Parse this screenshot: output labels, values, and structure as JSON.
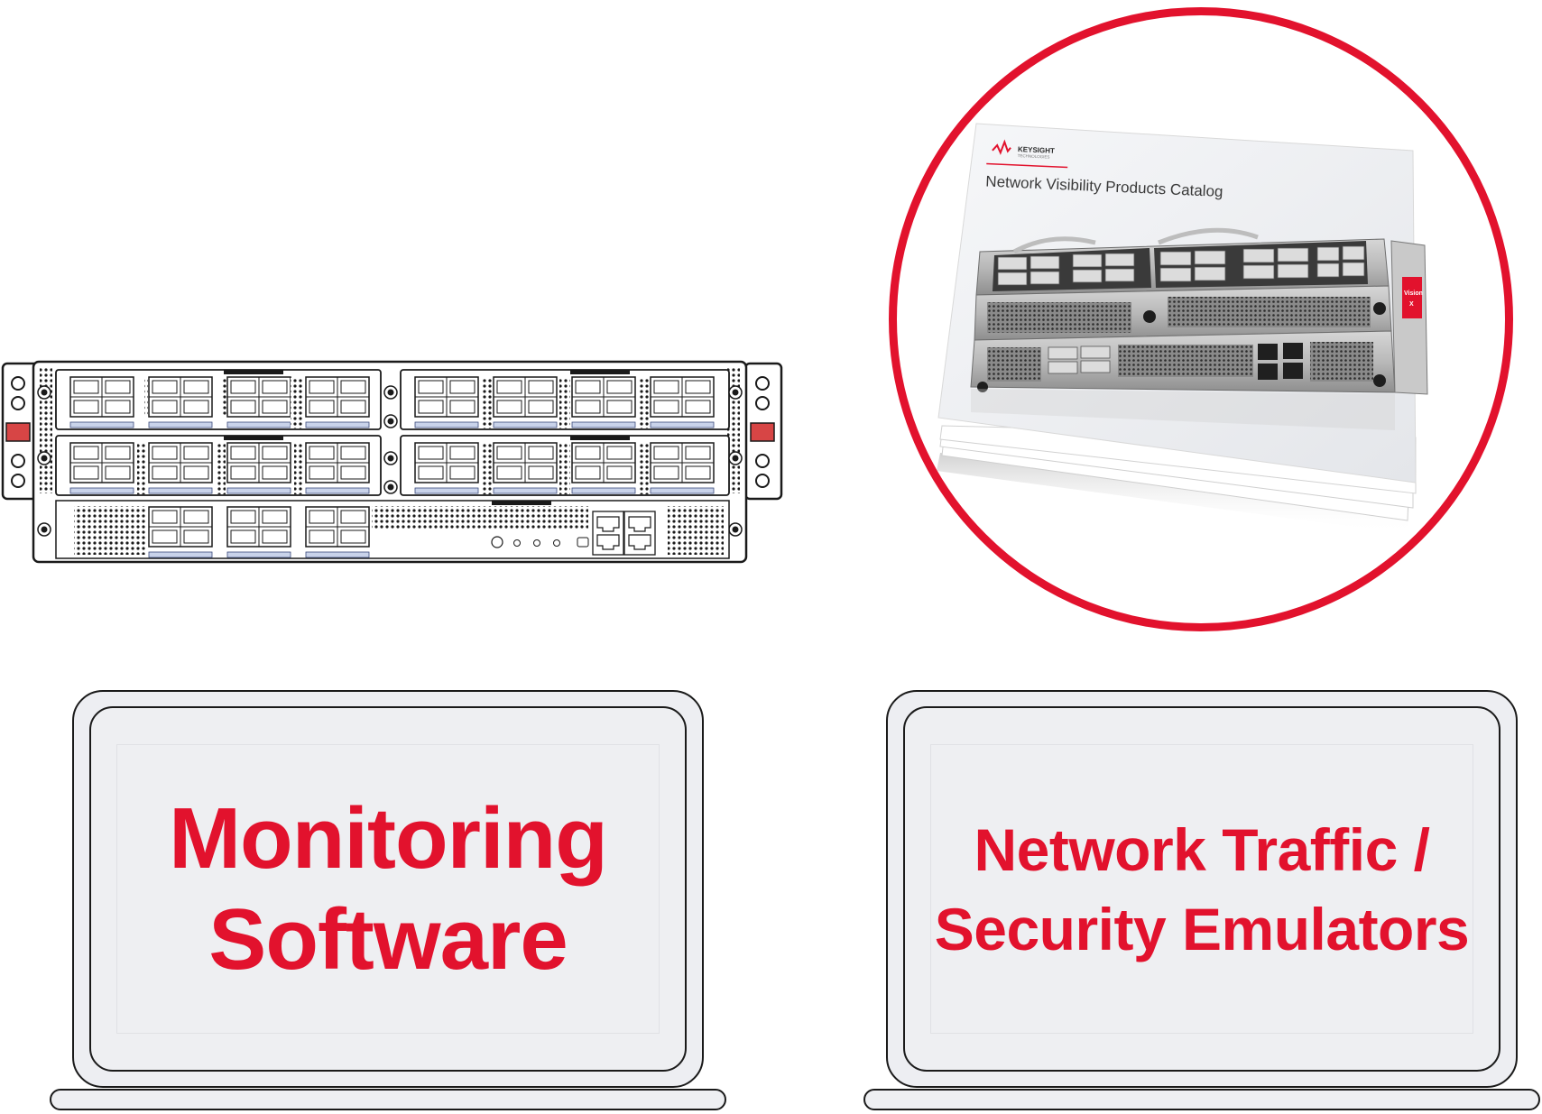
{
  "catalog": {
    "brand": "KEYSIGHT",
    "brand_sub": "TECHNOLOGIES",
    "title": "Network Visibility Products Catalog",
    "badge_line1": "Vision",
    "badge_line2": "X"
  },
  "laptops": {
    "left": {
      "line1": "Monitoring",
      "line2": "Software"
    },
    "right": {
      "line1": "Network Traffic /",
      "line2": "Security Emulators"
    }
  },
  "colors": {
    "accent_red": "#e2122d",
    "outline": "#1a1a1a",
    "screen_gray": "#eeeff2"
  }
}
